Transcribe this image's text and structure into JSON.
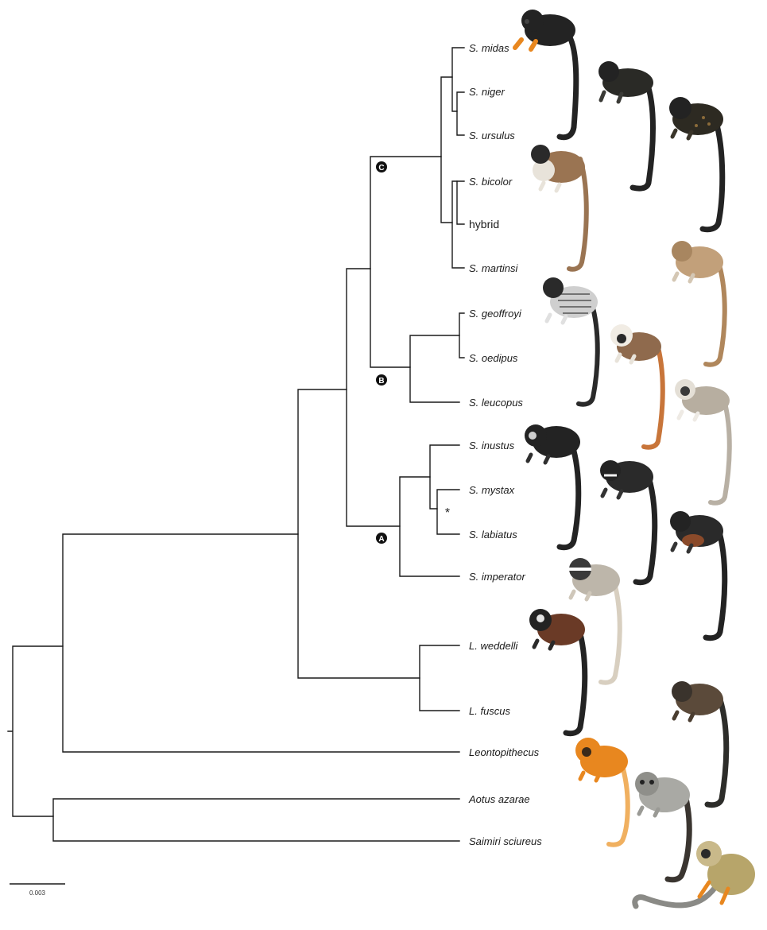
{
  "tree": {
    "taxa": [
      {
        "label": "S. midas",
        "italic": true,
        "icon": "black-tamarin-orange-hands-icon"
      },
      {
        "label": "S. niger",
        "italic": true,
        "icon": "black-tamarin-icon"
      },
      {
        "label": "S. ursulus",
        "italic": true,
        "icon": "black-tamarin-speckled-icon"
      },
      {
        "label": "S. bicolor",
        "italic": true,
        "icon": "pied-tamarin-icon"
      },
      {
        "label": "hybrid",
        "italic": false,
        "icon": ""
      },
      {
        "label": "S. martinsi",
        "italic": true,
        "icon": "brown-tamarin-icon"
      },
      {
        "label": "S. geoffroyi",
        "italic": true,
        "icon": "crested-tamarin-striped-icon"
      },
      {
        "label": "S. oedipus",
        "italic": true,
        "icon": "cotton-top-tamarin-icon"
      },
      {
        "label": "S. leucopus",
        "italic": true,
        "icon": "white-footed-tamarin-icon"
      },
      {
        "label": "S. inustus",
        "italic": true,
        "icon": "mottled-face-tamarin-icon"
      },
      {
        "label": "S. mystax",
        "italic": true,
        "icon": "moustached-tamarin-icon"
      },
      {
        "label": "S. labiatus",
        "italic": true,
        "icon": "red-bellied-tamarin-icon"
      },
      {
        "label": "S. imperator",
        "italic": true,
        "icon": "emperor-tamarin-icon"
      },
      {
        "label": "L. weddelli",
        "italic": true,
        "icon": "weddell-saddleback-tamarin-icon"
      },
      {
        "label": "L. fuscus",
        "italic": true,
        "icon": "brown-saddleback-tamarin-icon"
      },
      {
        "label": "Leontopithecus",
        "italic": true,
        "icon": "golden-lion-tamarin-icon"
      },
      {
        "label": "Aotus azarae",
        "italic": true,
        "icon": "night-monkey-icon"
      },
      {
        "label": "Saimiri sciureus",
        "italic": true,
        "icon": "squirrel-monkey-icon"
      }
    ],
    "clade_labels": [
      "C",
      "B",
      "A"
    ],
    "support_marker": "*",
    "scale_bar": {
      "label": "0.003"
    }
  },
  "colors": {
    "branch": "#1a1a1a",
    "node_marker": "#111111",
    "black_fur": "#232323",
    "orange_fur": "#e8871f",
    "brown_fur": "#9a7452",
    "grey_fur": "#a9a9a4"
  }
}
